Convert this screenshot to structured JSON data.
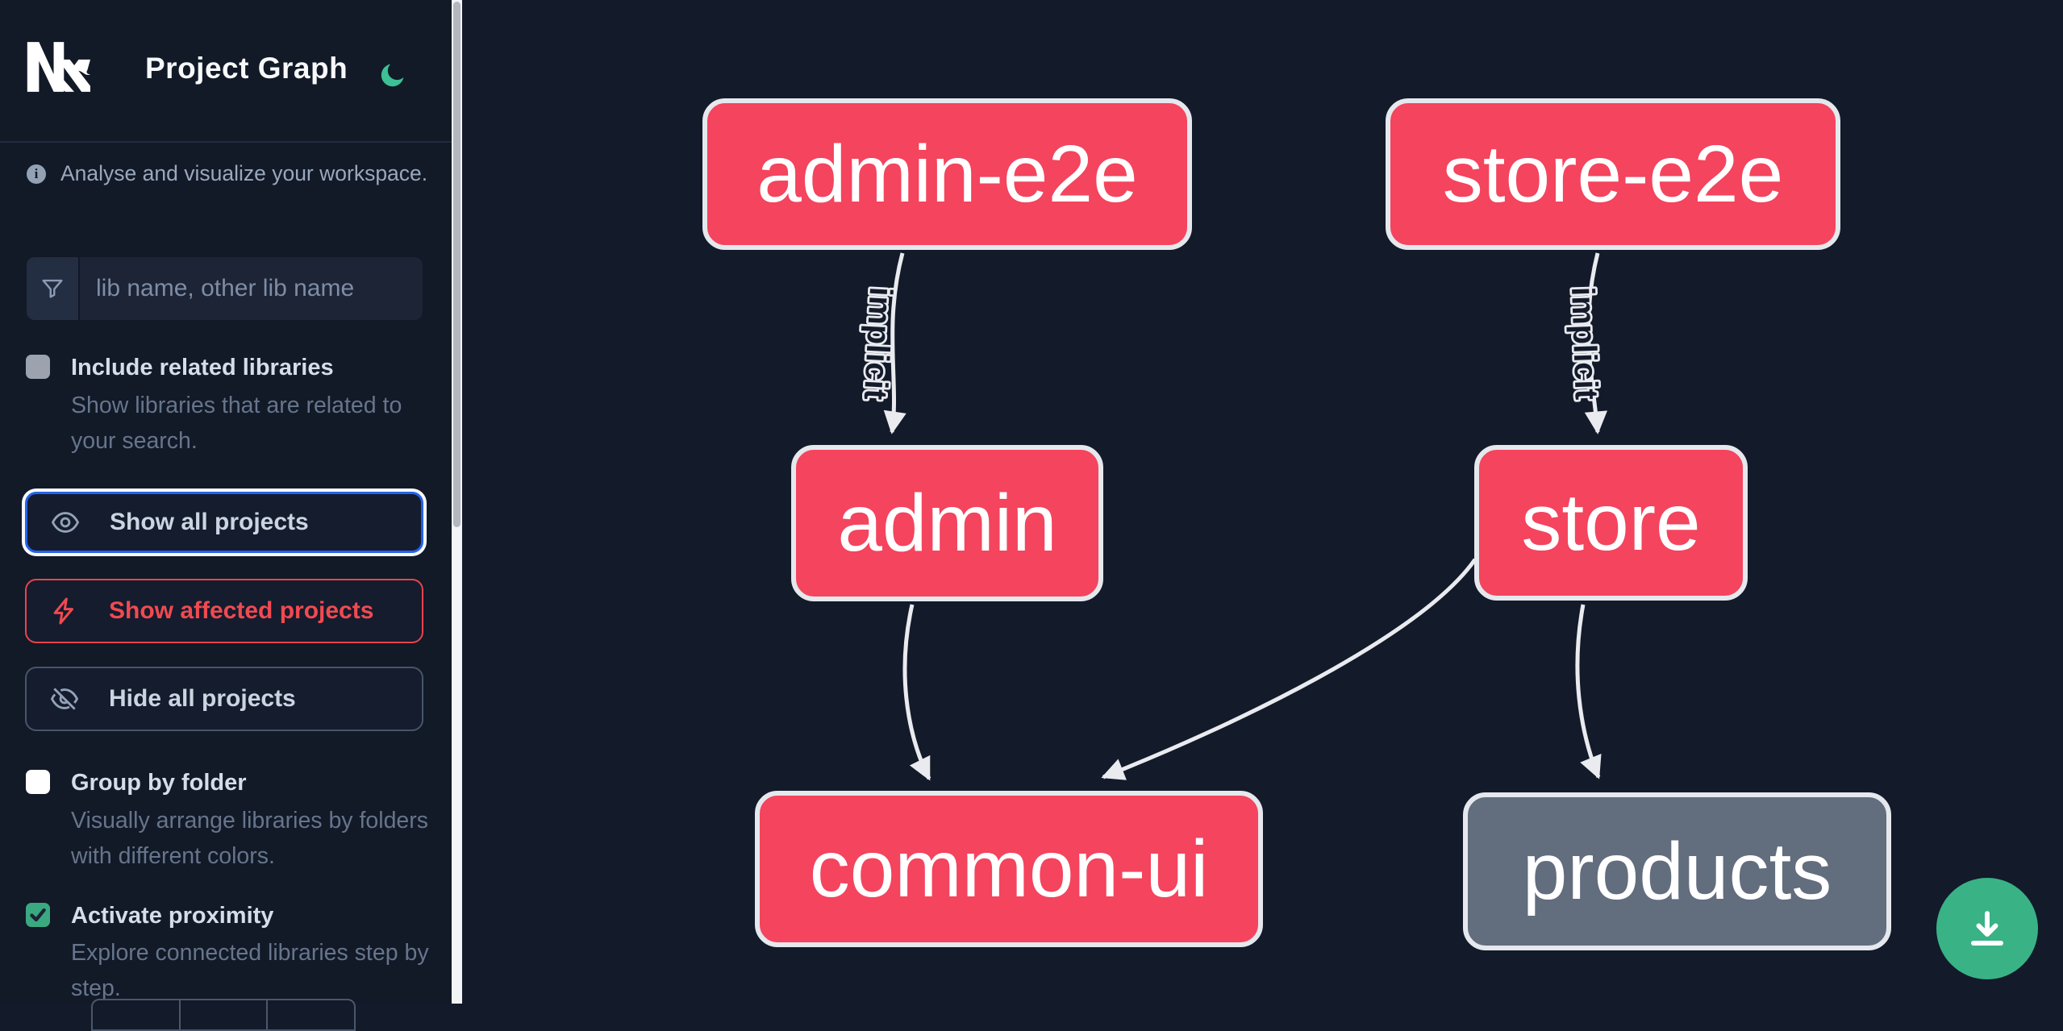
{
  "app": {
    "title": "Project Graph"
  },
  "header": {
    "logo": "nx-logo",
    "theme_icon": "moon-icon"
  },
  "sidebar": {
    "tagline": "Analyse and visualize your workspace.",
    "search": {
      "placeholder": "lib name, other lib name",
      "value": "",
      "icon": "funnel-icon"
    },
    "toggles": [
      {
        "id": "include-related-libraries",
        "label": "Include related libraries",
        "description": "Show libraries that are related to your search.",
        "checked": false,
        "disabled": true
      },
      {
        "id": "group-by-folder",
        "label": "Group by folder",
        "description": "Visually arrange libraries by folders with different colors.",
        "checked": false,
        "disabled": false
      },
      {
        "id": "activate-proximity",
        "label": "Activate proximity",
        "description": "Explore connected libraries step by step.",
        "checked": true,
        "disabled": false
      }
    ],
    "actions": [
      {
        "id": "show-all-projects",
        "label": "Show all projects",
        "icon": "eye-icon",
        "state": "focused"
      },
      {
        "id": "show-affected-projects",
        "label": "Show affected projects",
        "icon": "bolt-icon",
        "state": "affected"
      },
      {
        "id": "hide-all-projects",
        "label": "Hide all projects",
        "icon": "eye-slash-icon",
        "state": "default"
      }
    ]
  },
  "graph": {
    "nodes": [
      {
        "id": "admin-e2e",
        "label": "admin-e2e",
        "color": "#f4445e"
      },
      {
        "id": "store-e2e",
        "label": "store-e2e",
        "color": "#f4445e"
      },
      {
        "id": "admin",
        "label": "admin",
        "color": "#f4445e"
      },
      {
        "id": "store",
        "label": "store",
        "color": "#f4445e"
      },
      {
        "id": "common-ui",
        "label": "common-ui",
        "color": "#f4445e"
      },
      {
        "id": "products",
        "label": "products",
        "color": "#626d7e"
      }
    ],
    "edges": [
      {
        "source": "admin-e2e",
        "target": "admin",
        "label": "implicit"
      },
      {
        "source": "store-e2e",
        "target": "store",
        "label": "implicit"
      },
      {
        "source": "admin",
        "target": "common-ui",
        "label": ""
      },
      {
        "source": "store",
        "target": "common-ui",
        "label": ""
      },
      {
        "source": "store",
        "target": "products",
        "label": ""
      }
    ]
  },
  "floating": {
    "download_icon": "download-icon"
  },
  "colors": {
    "background": "#131a2a",
    "accent_green": "#39b286",
    "focus_blue": "#2563eb",
    "affected_red": "#e8444c",
    "node_affected_pink": "#f4445e",
    "node_default_gray": "#626d7e",
    "node_border": "#e5e8ed",
    "edge": "#e9ebef"
  }
}
